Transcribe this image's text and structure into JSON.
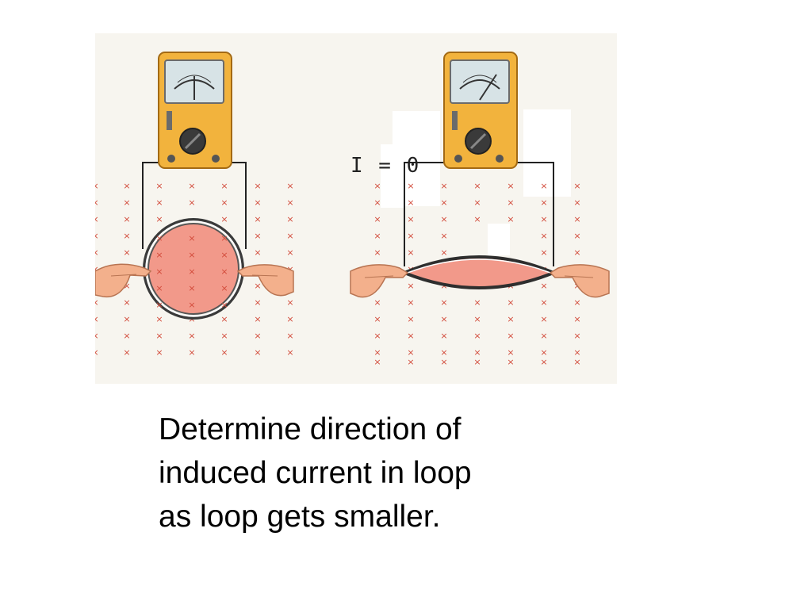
{
  "diagram": {
    "left_panel": {
      "current_label": "I = 0"
    },
    "right_panel": {},
    "field_marker": "×",
    "colors": {
      "meter_body": "#f2b33d",
      "loop_fill": "#f2998a",
      "field_marks": "#d24a3a",
      "wire": "#222222"
    }
  },
  "caption": {
    "lines": [
      "Determine direction of",
      "induced current in loop",
      "as loop gets smaller."
    ]
  }
}
